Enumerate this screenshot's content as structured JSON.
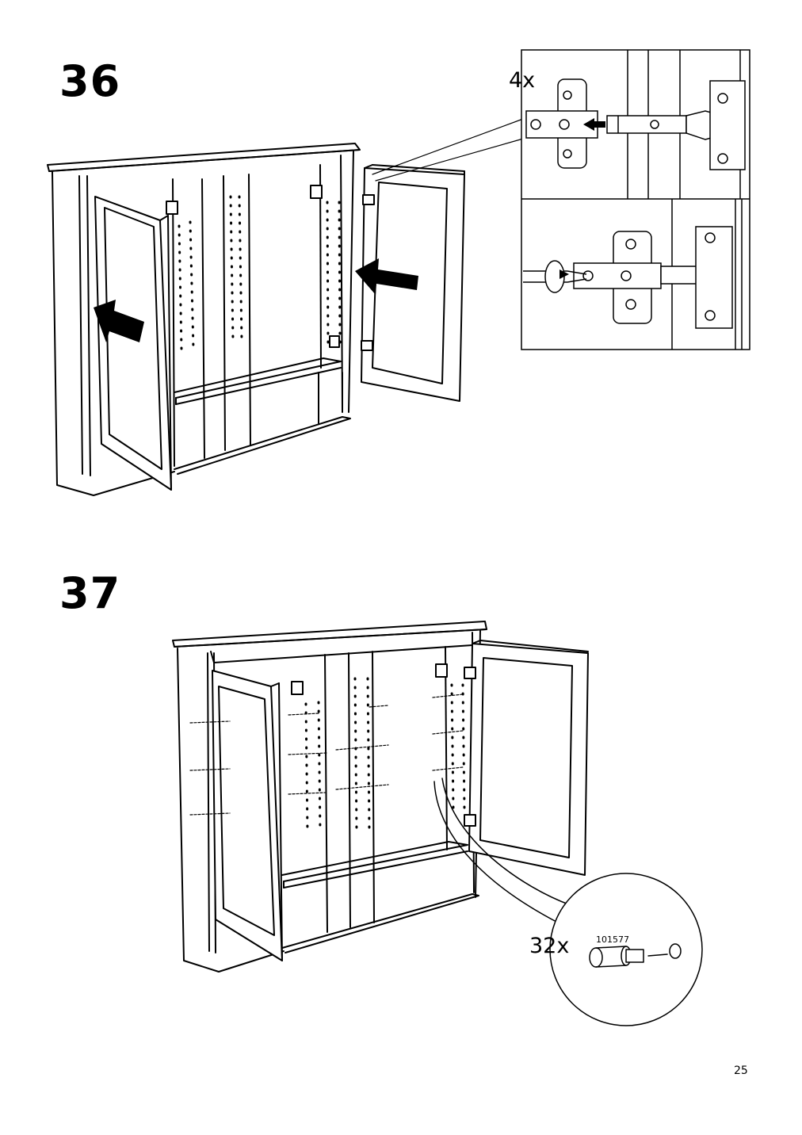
{
  "page_number": "25",
  "steps": [
    {
      "number": "36",
      "detail_quantity": "4x"
    },
    {
      "number": "37",
      "detail_quantity": "32x",
      "part_number": "101577"
    }
  ]
}
